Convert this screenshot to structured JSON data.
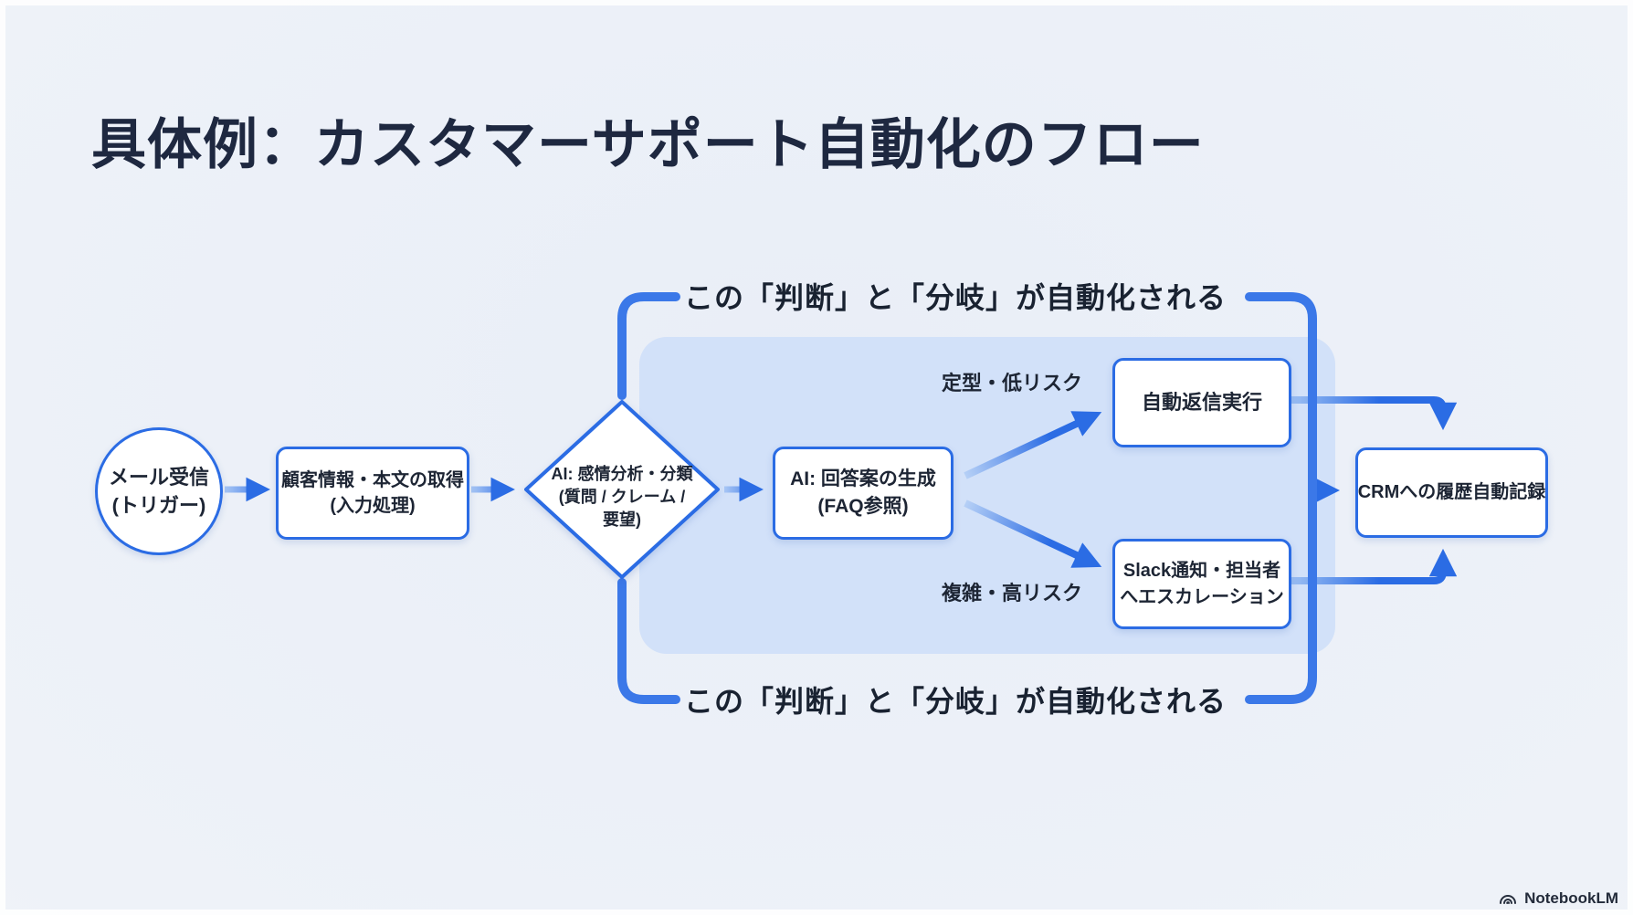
{
  "slide": {
    "title": "具体例：カスタマーサポート自動化のフロー",
    "colors": {
      "background": "#eef2f8",
      "highlight_panel": "#d2e1f9",
      "accent_blue": "#2b6ce4",
      "bracket_blue": "#3b78e8",
      "text": "#1d2534"
    }
  },
  "flow": {
    "nodes": {
      "trigger": {
        "shape": "circle",
        "line1": "メール受信",
        "line2": "(トリガー)"
      },
      "input": {
        "shape": "rect",
        "line1": "顧客情報・本文の取得",
        "line2": "(入力処理)"
      },
      "classify": {
        "shape": "diamond",
        "line1": "AI: 感情分析・分類",
        "line2": "(質問 / クレーム /",
        "line3": "要望)"
      },
      "generate": {
        "shape": "rect",
        "line1": "AI: 回答案の生成",
        "line2": "(FAQ参照)"
      },
      "auto_reply": {
        "shape": "rect",
        "line1": "自動返信実行"
      },
      "escalate": {
        "shape": "rect",
        "line1": "Slack通知・担当者",
        "line2": "へエスカレーション"
      },
      "crm": {
        "shape": "rect",
        "line1": "CRMへの履歴自動記録"
      }
    },
    "branch_labels": {
      "low_risk": "定型・低リスク",
      "high_risk": "複雑・高リスク"
    },
    "callouts": {
      "top": "この「判断」と「分岐」が自動化される",
      "bottom": "この「判断」と「分岐」が自動化される"
    },
    "edges": [
      {
        "from": "trigger",
        "to": "input"
      },
      {
        "from": "input",
        "to": "classify"
      },
      {
        "from": "classify",
        "to": "generate"
      },
      {
        "from": "generate",
        "to": "auto_reply",
        "label": "定型・低リスク"
      },
      {
        "from": "generate",
        "to": "escalate",
        "label": "複雑・高リスク"
      },
      {
        "from": "auto_reply",
        "to": "crm"
      },
      {
        "from": "escalate",
        "to": "crm"
      },
      {
        "from": "callout-bracket",
        "to": "crm"
      }
    ]
  },
  "footer": {
    "brand": "NotebookLM"
  }
}
